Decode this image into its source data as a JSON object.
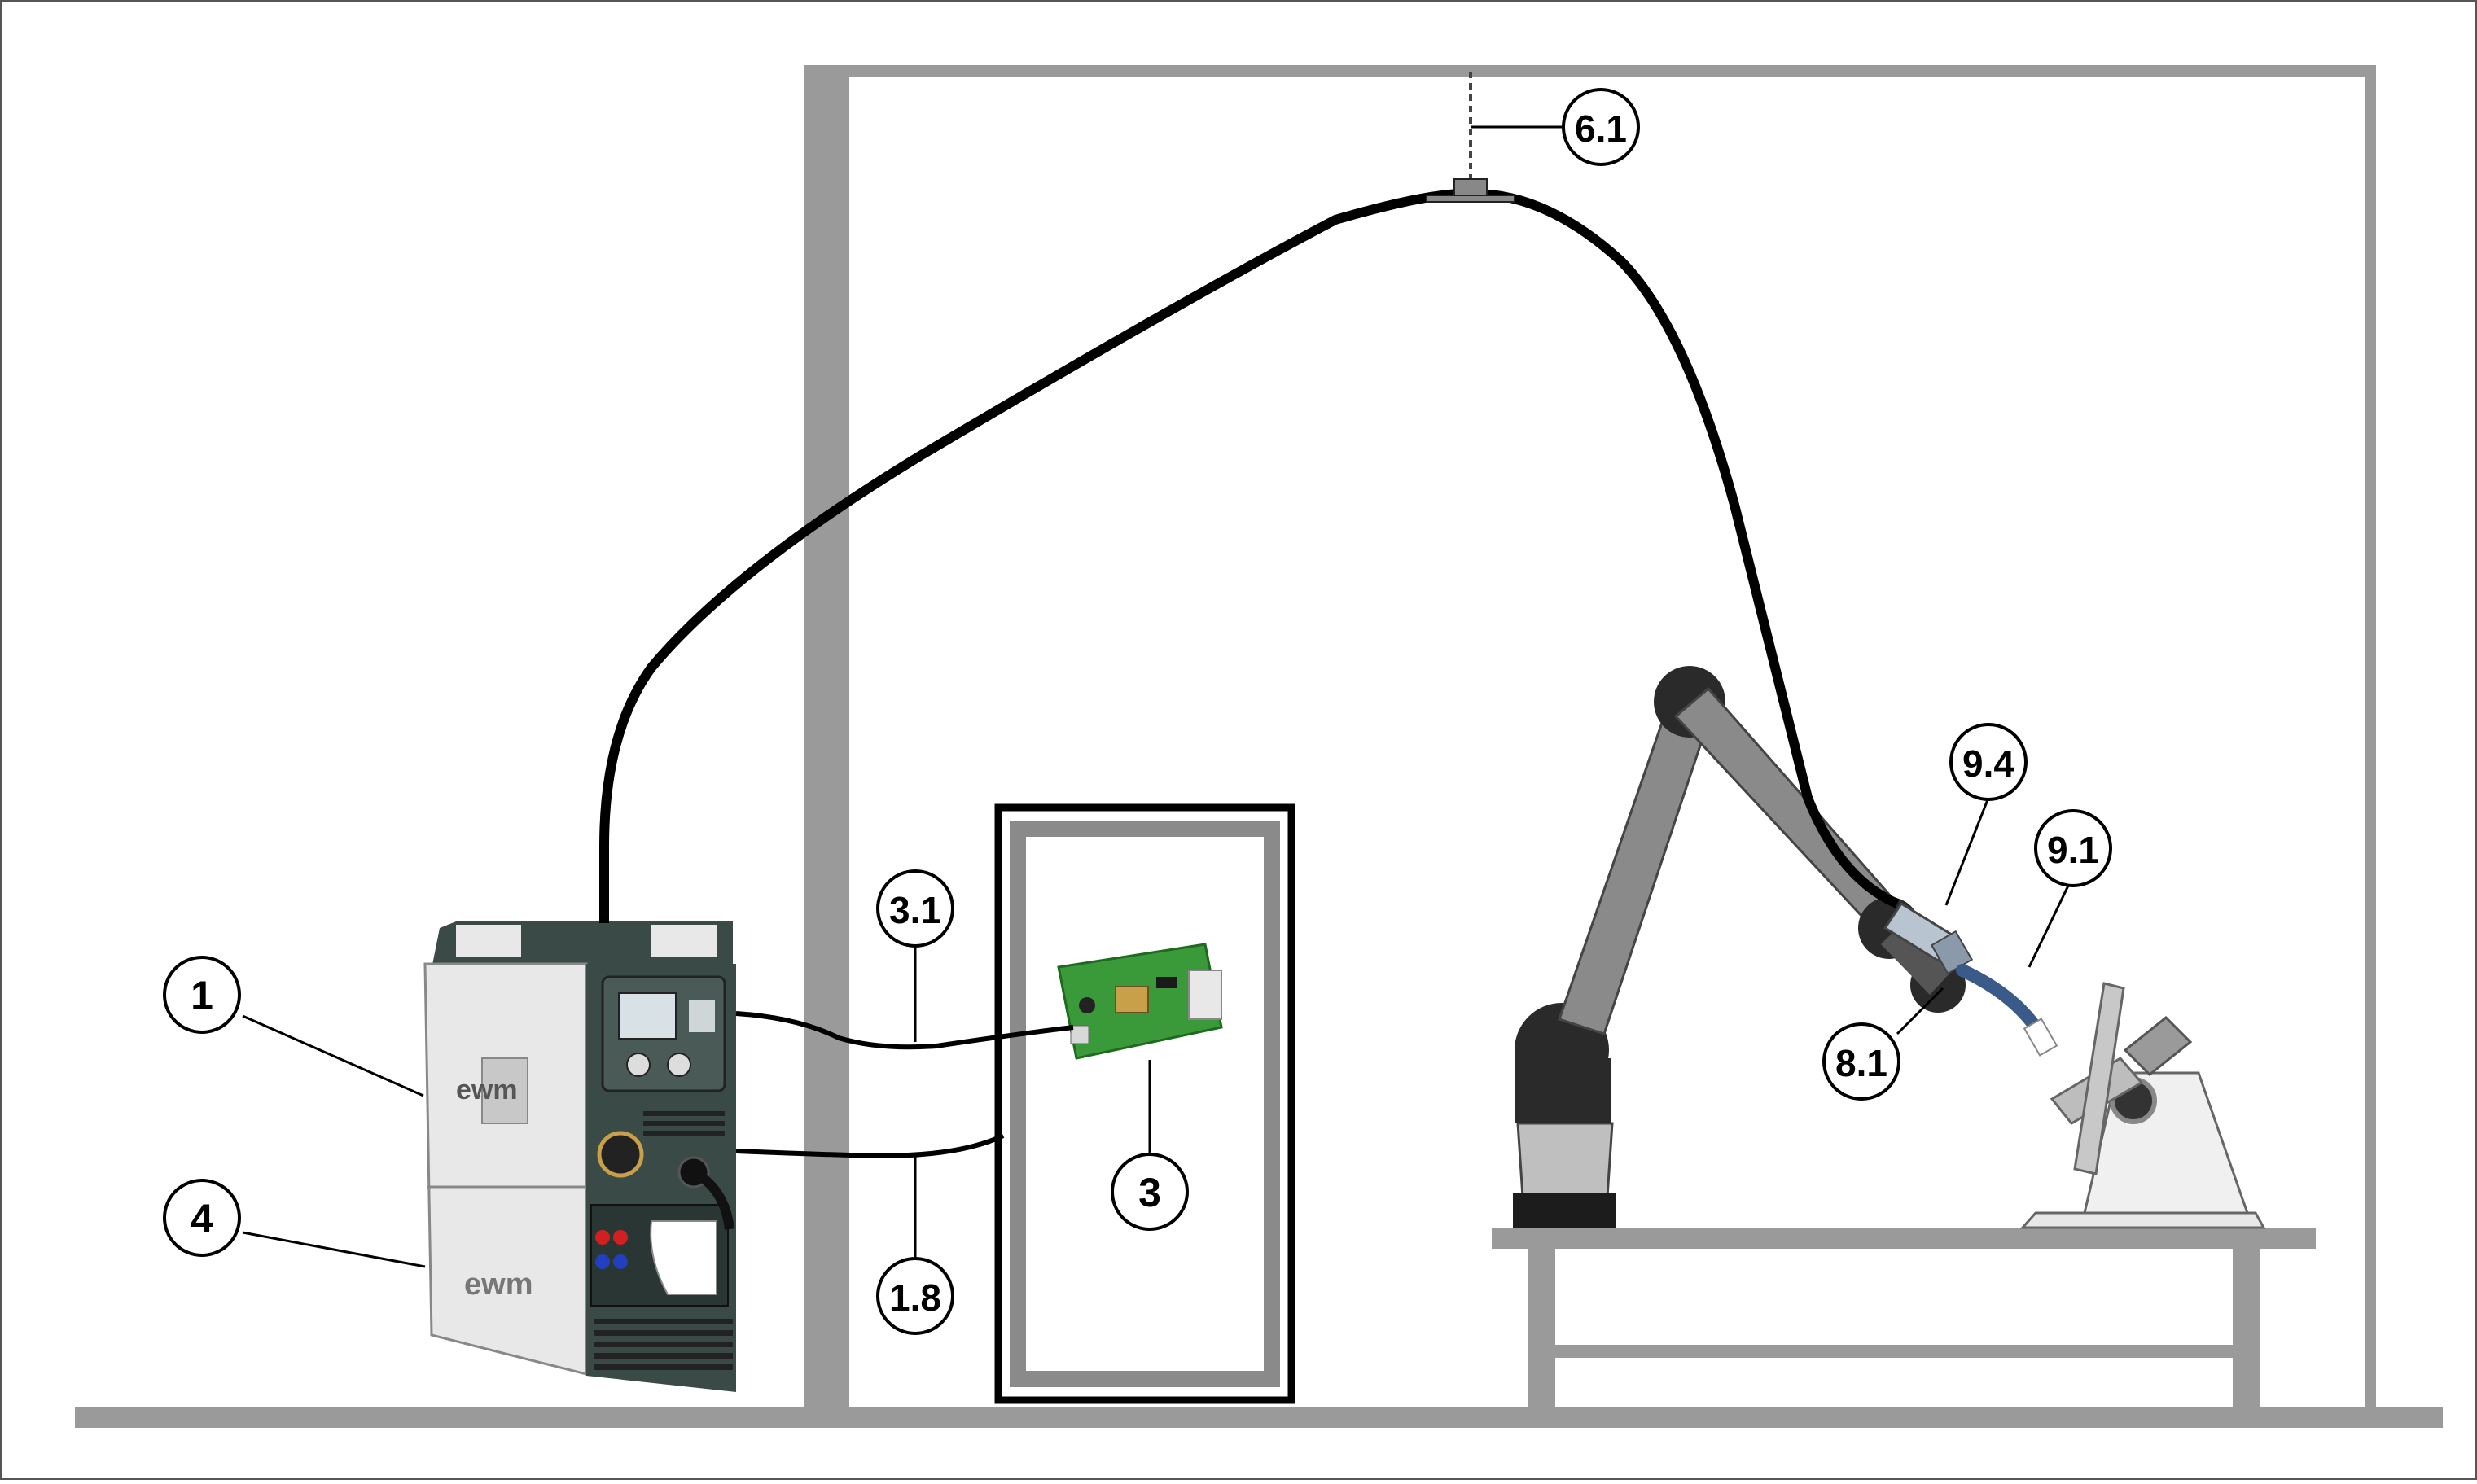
{
  "callouts": [
    {
      "id": "c1",
      "label": "1"
    },
    {
      "id": "c4",
      "label": "4"
    },
    {
      "id": "c31",
      "label": "3.1"
    },
    {
      "id": "c18",
      "label": "1.8"
    },
    {
      "id": "c3",
      "label": "3"
    },
    {
      "id": "c61",
      "label": "6.1"
    },
    {
      "id": "c94",
      "label": "9.4"
    },
    {
      "id": "c91",
      "label": "9.1"
    },
    {
      "id": "c81",
      "label": "8.1"
    }
  ],
  "brand_logo": "ewm",
  "colors": {
    "wall_gray": "#9a9a9a",
    "machine_dark": "#3a4a46",
    "machine_light": "#e8e8e8",
    "pcb_green": "#3a9a3a",
    "robot_dark": "#2a2a2a",
    "robot_gray": "#8a8a8a",
    "torch_blue": "#3a5a8a",
    "cable": "#000000"
  }
}
